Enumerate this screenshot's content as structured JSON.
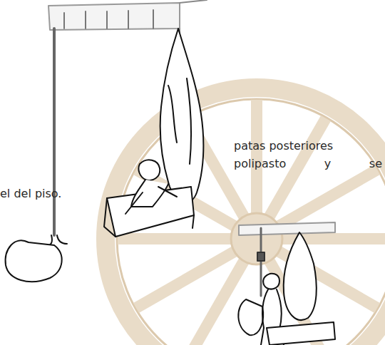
{
  "diagram": {
    "labels": [
      "patas posteriores",
      "polipasto y se",
      "el del piso."
    ]
  }
}
